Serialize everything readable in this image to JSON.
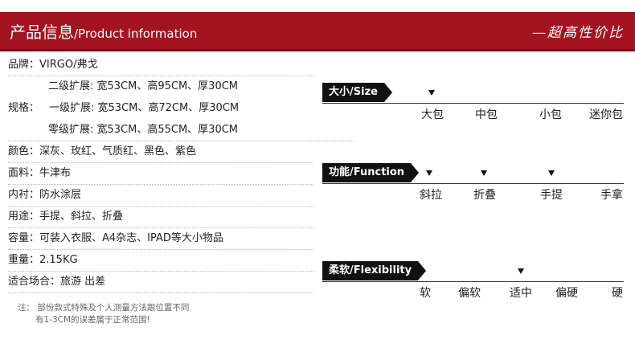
{
  "header": {
    "title_cn": "产品信息",
    "title_en": "/Product information",
    "slogan": "—超高性价比"
  },
  "specs": {
    "brand": "品牌：VIRGO/弗戈",
    "size_line1": "二级扩展: 宽53CM、高95CM、厚30CM",
    "size_label": "规格：",
    "size_line2": "一级扩展: 宽53CM、高72CM、厚30CM",
    "size_line3": "零级扩展: 宽53CM、高55CM、厚30CM",
    "color": "颜色：深灰、玫红、气质红、黑色、紫色",
    "material": "面料：牛津布",
    "lining": "内衬：防水涂层",
    "usage": "用途：手提、斜拉、折叠",
    "capacity": "容量：可装入衣服、A4杂志、IPAD等大小物品",
    "weight": "重量：2.15KG",
    "occasion": "适合场合：旅游 出差"
  },
  "note": {
    "line1": "注：  部份款式特殊及个人测量方法跟位置不同",
    "line2": "有1-3CM的误差属于正常范围!"
  },
  "scales": {
    "size": {
      "label": "大小/Size",
      "options": [
        "大包",
        "中包",
        "小包",
        "迷你包"
      ],
      "selected": [
        "大包"
      ]
    },
    "function": {
      "label": "功能/Function",
      "options": [
        "斜拉",
        "折叠",
        "手提",
        "手拿"
      ],
      "selected": [
        "斜拉",
        "折叠",
        "手提"
      ]
    },
    "flexibility": {
      "label": "柔软/Flexibility",
      "options": [
        "软",
        "偏软",
        "适中",
        "偏硬",
        "硬"
      ],
      "selected": [
        "适中"
      ]
    }
  }
}
